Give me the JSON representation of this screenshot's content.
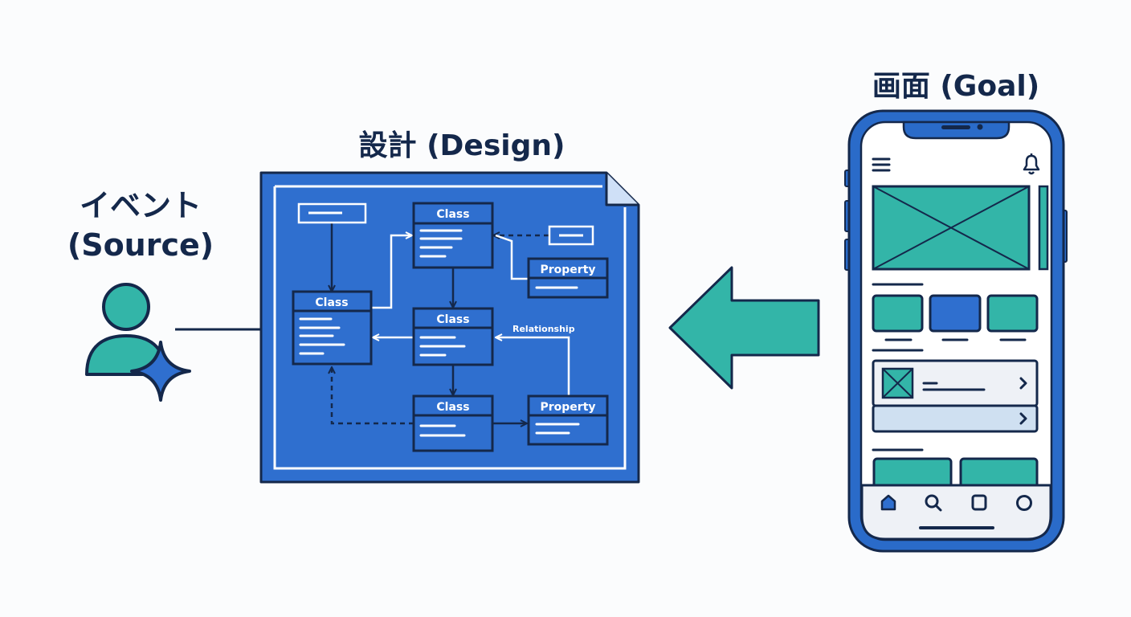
{
  "source": {
    "label_line1": "イベント",
    "label_line2": "(Source)",
    "icon": "user-sparkle-icon"
  },
  "design": {
    "label": "設計 (Design)",
    "class_boxes": [
      {
        "title": "Class"
      },
      {
        "title": "Class"
      },
      {
        "title": "Class"
      },
      {
        "title": "Class"
      }
    ],
    "property_boxes": [
      {
        "title": "Property"
      },
      {
        "title": "Property"
      }
    ],
    "relationship_label": "Relationship"
  },
  "goal": {
    "label": "画面 (Goal)",
    "icons": [
      "hamburger-menu-icon",
      "bell-icon",
      "home-icon",
      "search-icon",
      "square-icon",
      "circle-icon",
      "chevron-right-icon"
    ]
  },
  "colors": {
    "blueprint": "#2f6fcf",
    "teal": "#33b5a8",
    "navy": "#14284b",
    "phone_frame": "#2a6bc9"
  }
}
